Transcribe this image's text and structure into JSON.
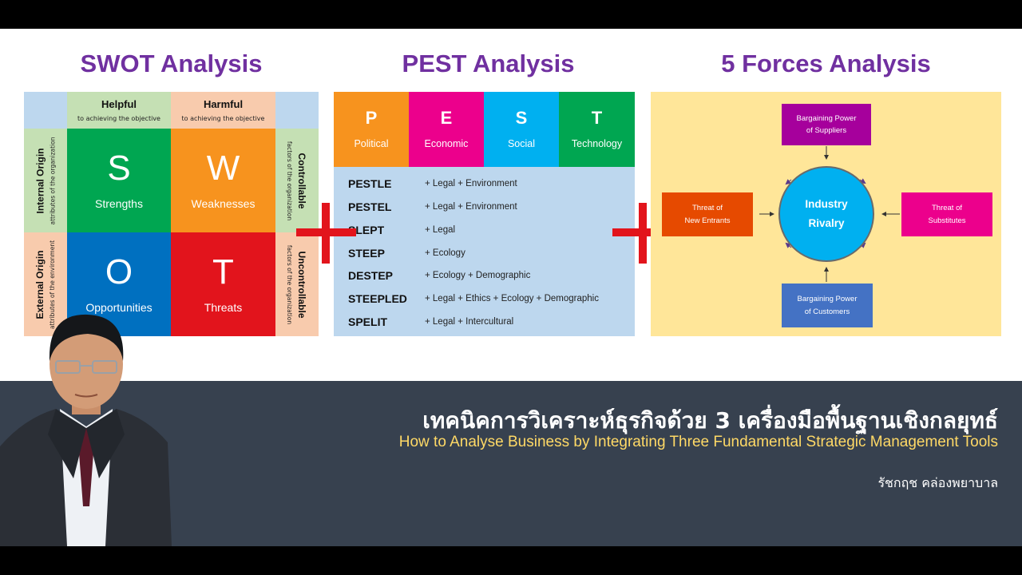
{
  "headings": {
    "swot": "SWOT Analysis",
    "pest": "PEST Analysis",
    "forces": "5 Forces Analysis"
  },
  "swot": {
    "helpful": {
      "title": "Helpful",
      "sub": "to achieving  the objective"
    },
    "harmful": {
      "title": "Harmful",
      "sub": "to achieving  the objective"
    },
    "internal": {
      "title": "Internal Origin",
      "sub": "attributes  of  the organization"
    },
    "external": {
      "title": "External Origin",
      "sub": "attributes  of  the environment"
    },
    "controllable": {
      "title": "Controllable",
      "sub": "factors  of the organization"
    },
    "uncontrollable": {
      "title": "Uncontrollable",
      "sub": "factors  of  the organization"
    },
    "quadrants": [
      {
        "letter": "S",
        "word": "Strengths",
        "color": "#00a651"
      },
      {
        "letter": "W",
        "word": "Weaknesses",
        "color": "#f7931e"
      },
      {
        "letter": "O",
        "word": "Opportunities",
        "color": "#0070c0"
      },
      {
        "letter": "T",
        "word": "Threats",
        "color": "#e2141c"
      }
    ]
  },
  "pest": {
    "columns": [
      {
        "letter": "P",
        "word": "Political",
        "color": "#f7931e"
      },
      {
        "letter": "E",
        "word": "Economic",
        "color": "#ec008c"
      },
      {
        "letter": "S",
        "word": "Social",
        "color": "#00b0f0"
      },
      {
        "letter": "T",
        "word": "Technology",
        "color": "#00a651"
      }
    ],
    "variants": [
      {
        "name": "PESTLE",
        "extra": "+ Legal + Environment"
      },
      {
        "name": "PESTEL",
        "extra": "+ Legal + Environment"
      },
      {
        "name": "SLEPT",
        "extra": "+ Legal"
      },
      {
        "name": "STEEP",
        "extra": "+ Ecology"
      },
      {
        "name": "DESTEP",
        "extra": "+ Ecology + Demographic"
      },
      {
        "name": "STEEPLED",
        "extra": "+ Legal + Ethics + Ecology + Demographic"
      },
      {
        "name": "SPELIT",
        "extra": "+ Legal + Intercultural"
      }
    ]
  },
  "forces": {
    "suppliers": {
      "line1": "Bargaining Power",
      "line2": "of Suppliers",
      "color": "#a6009c"
    },
    "entrants": {
      "line1": "Threat of",
      "line2": "New Entrants",
      "color": "#e64a00"
    },
    "substitutes": {
      "line1": "Threat of",
      "line2": "Substitutes",
      "color": "#ec008c"
    },
    "customers": {
      "line1": "Bargaining Power",
      "line2": "of Customers",
      "color": "#4472c4"
    },
    "rivalry": {
      "line1": "Industry",
      "line2": "Rivalry",
      "color": "#00b0f0"
    }
  },
  "footer": {
    "thai_title": "เทคนิคการวิเคราะห์ธุรกิจด้วย 3 เครื่องมือพื้นฐานเชิงกลยุทธ์",
    "eng_title": "How to Analyse Business by Integrating Three Fundamental Strategic Management Tools",
    "author": "รัชกฤช คล่องพยาบาล"
  }
}
